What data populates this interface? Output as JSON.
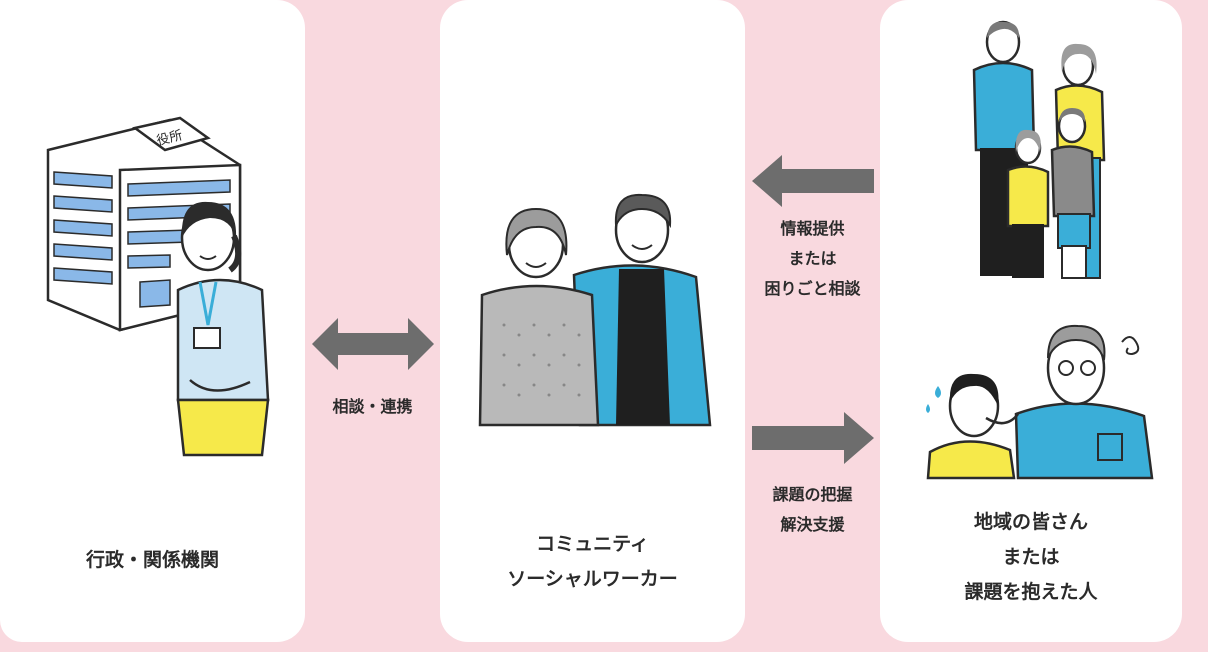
{
  "left_panel": {
    "label": "行政・関係機関",
    "sign": "役所"
  },
  "center_panel": {
    "label_line1": "コミュニティ",
    "label_line2": "ソーシャルワーカー"
  },
  "right_panel": {
    "label_line1": "地域の皆さん",
    "label_line2": "または",
    "label_line3": "課題を抱えた人"
  },
  "link_left": {
    "label": "相談・連携"
  },
  "link_right_top": {
    "line1": "情報提供",
    "line2": "または",
    "line3": "困りごと相談"
  },
  "link_right_bottom": {
    "line1": "課題の把握",
    "line2": "解決支援"
  },
  "colors": {
    "background": "#f9d9df",
    "arrow": "#6d6d6d",
    "blue": "#3aaed8",
    "yellow": "#f6e94a"
  }
}
